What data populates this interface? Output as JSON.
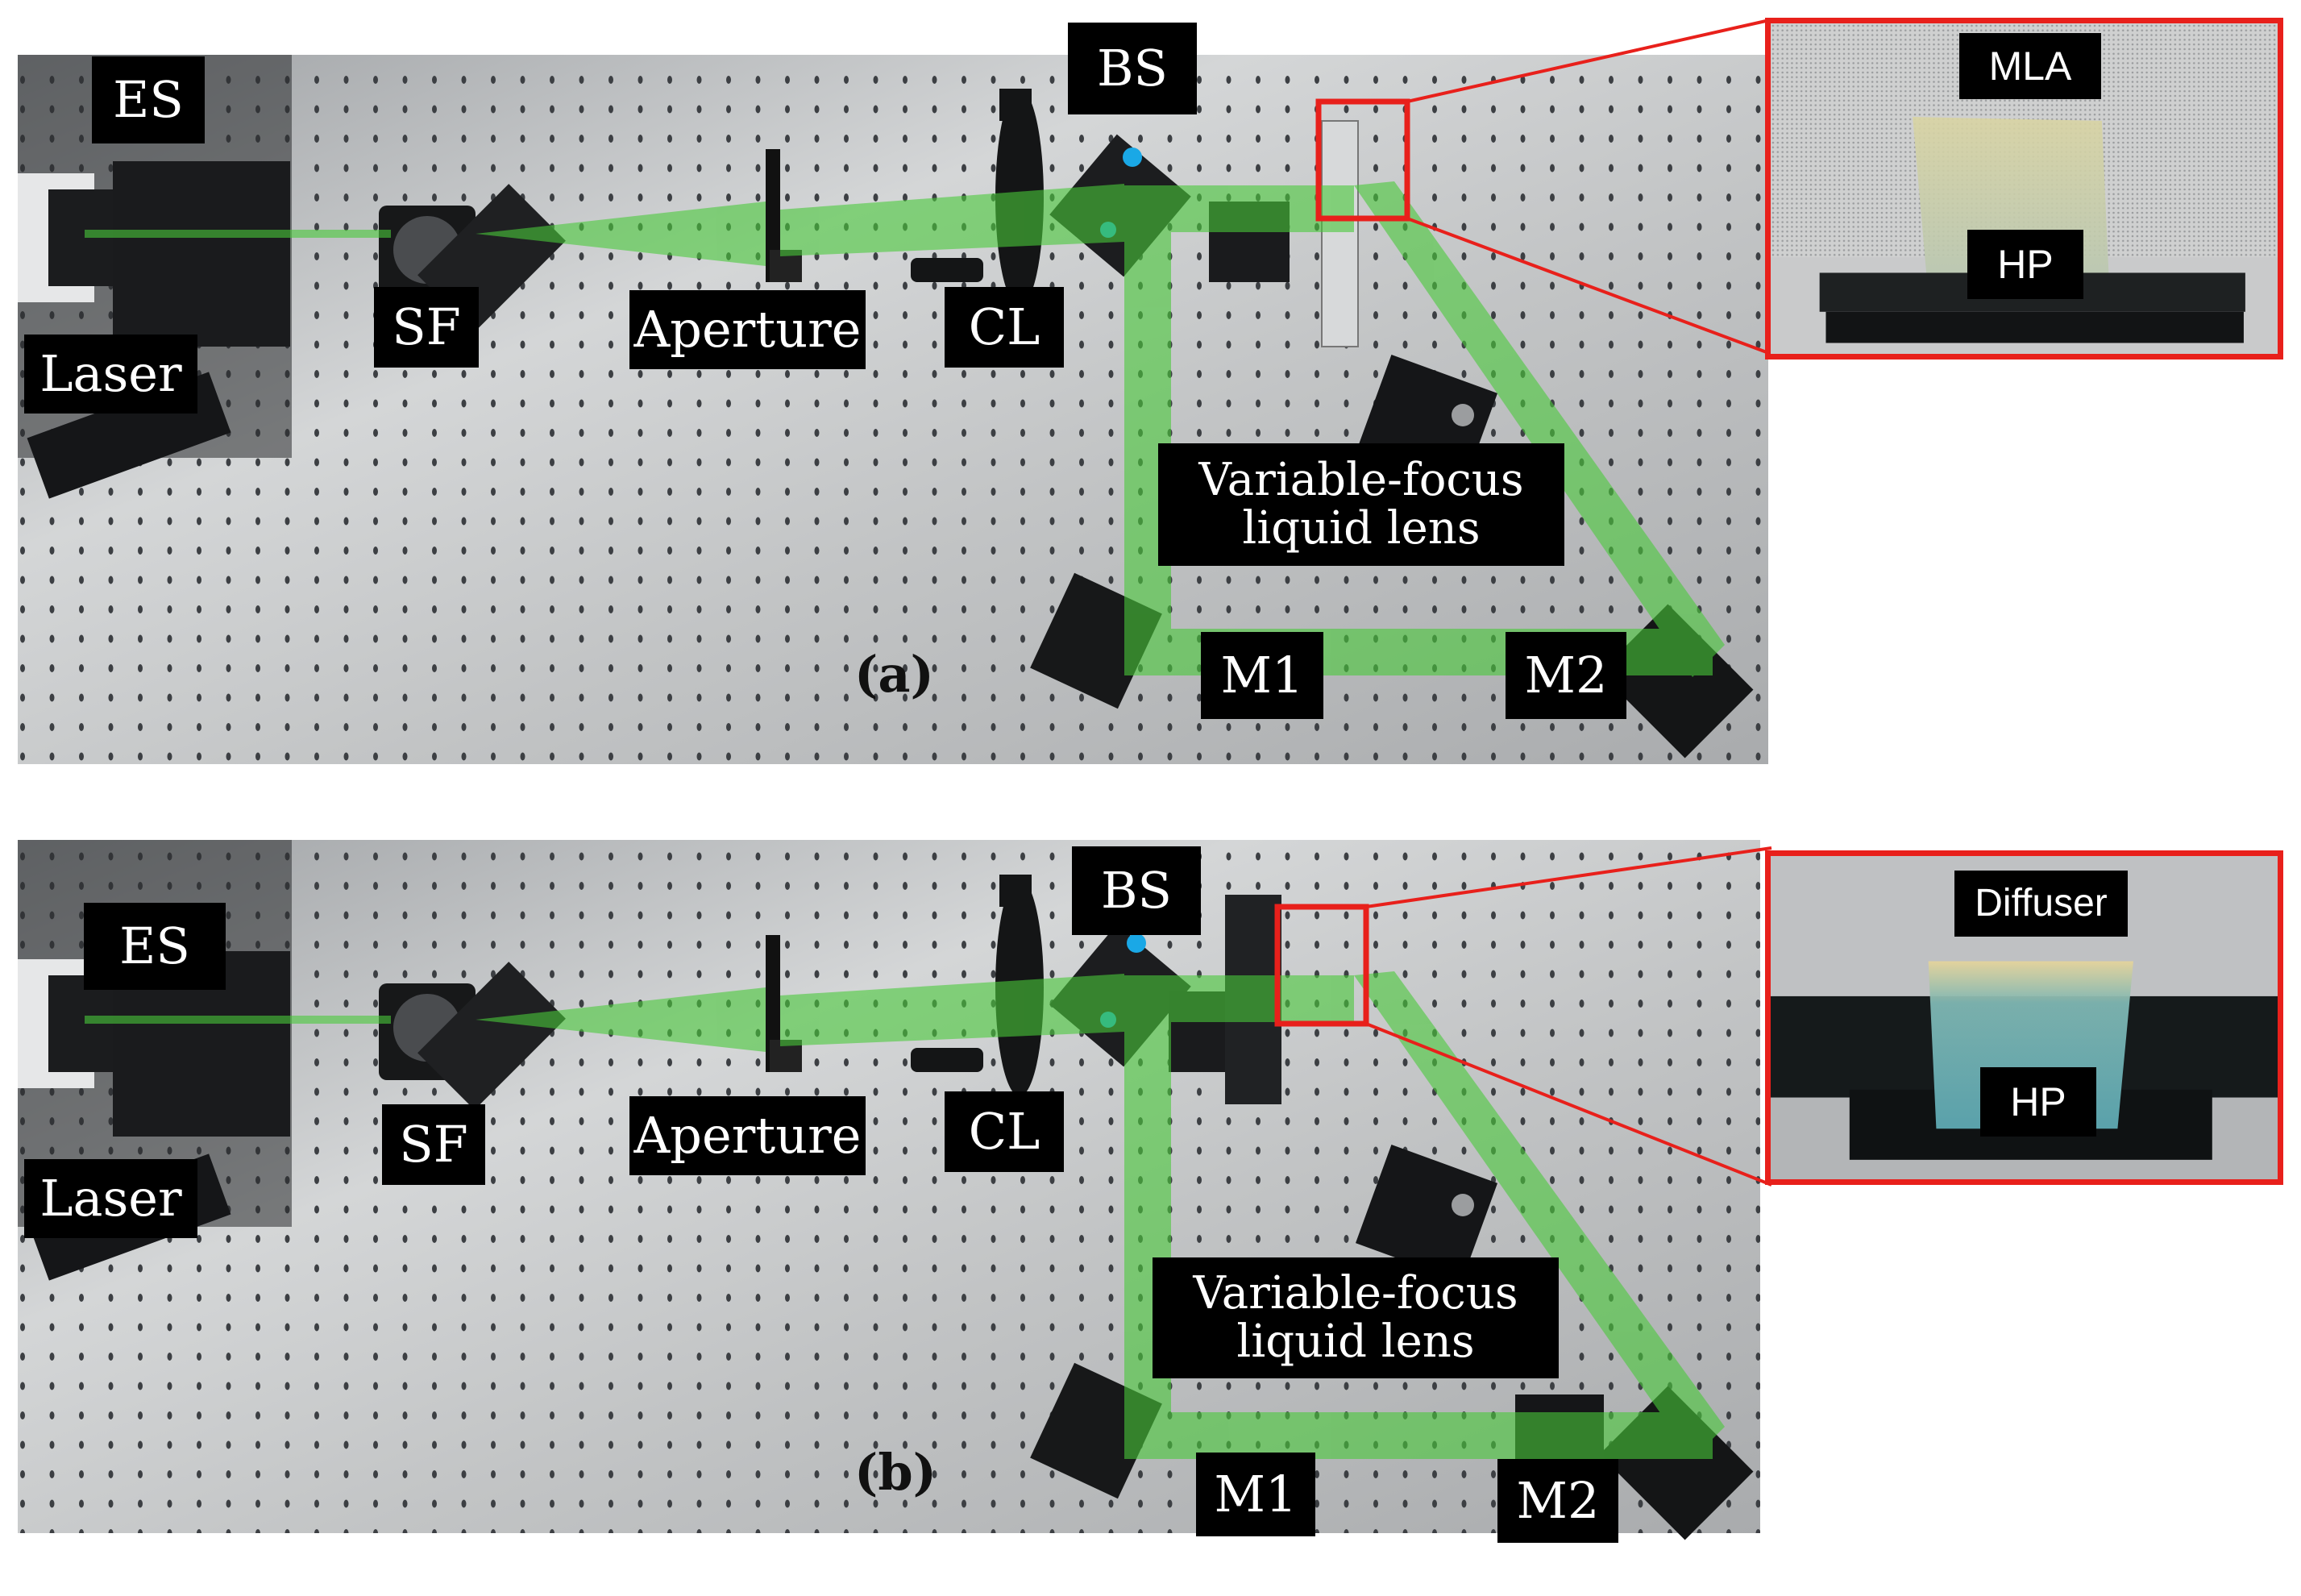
{
  "panel_a": {
    "caption": "(a)",
    "labels": {
      "es": "ES",
      "laser": "Laser",
      "sf": "SF",
      "aperture": "Aperture",
      "cl": "CL",
      "bs": "BS",
      "liquid_lens_line1": "Variable-focus",
      "liquid_lens_line2": "liquid lens",
      "m1": "M1",
      "m2": "M2"
    },
    "inset": {
      "top_label": "MLA",
      "bottom_label": "HP"
    }
  },
  "panel_b": {
    "caption": "(b)",
    "labels": {
      "es": "ES",
      "laser": "Laser",
      "sf": "SF",
      "aperture": "Aperture",
      "cl": "CL",
      "bs": "BS",
      "liquid_lens_line1": "Variable-focus",
      "liquid_lens_line2": "liquid lens",
      "m1": "M1",
      "m2": "M2"
    },
    "inset": {
      "top_label": "Diffuser",
      "bottom_label": "HP"
    }
  },
  "colors": {
    "beam": "#49c93a",
    "highlight": "#e8201b",
    "label_background": "#000000",
    "label_text": "#ffffff",
    "table": "#b9bbbc"
  }
}
